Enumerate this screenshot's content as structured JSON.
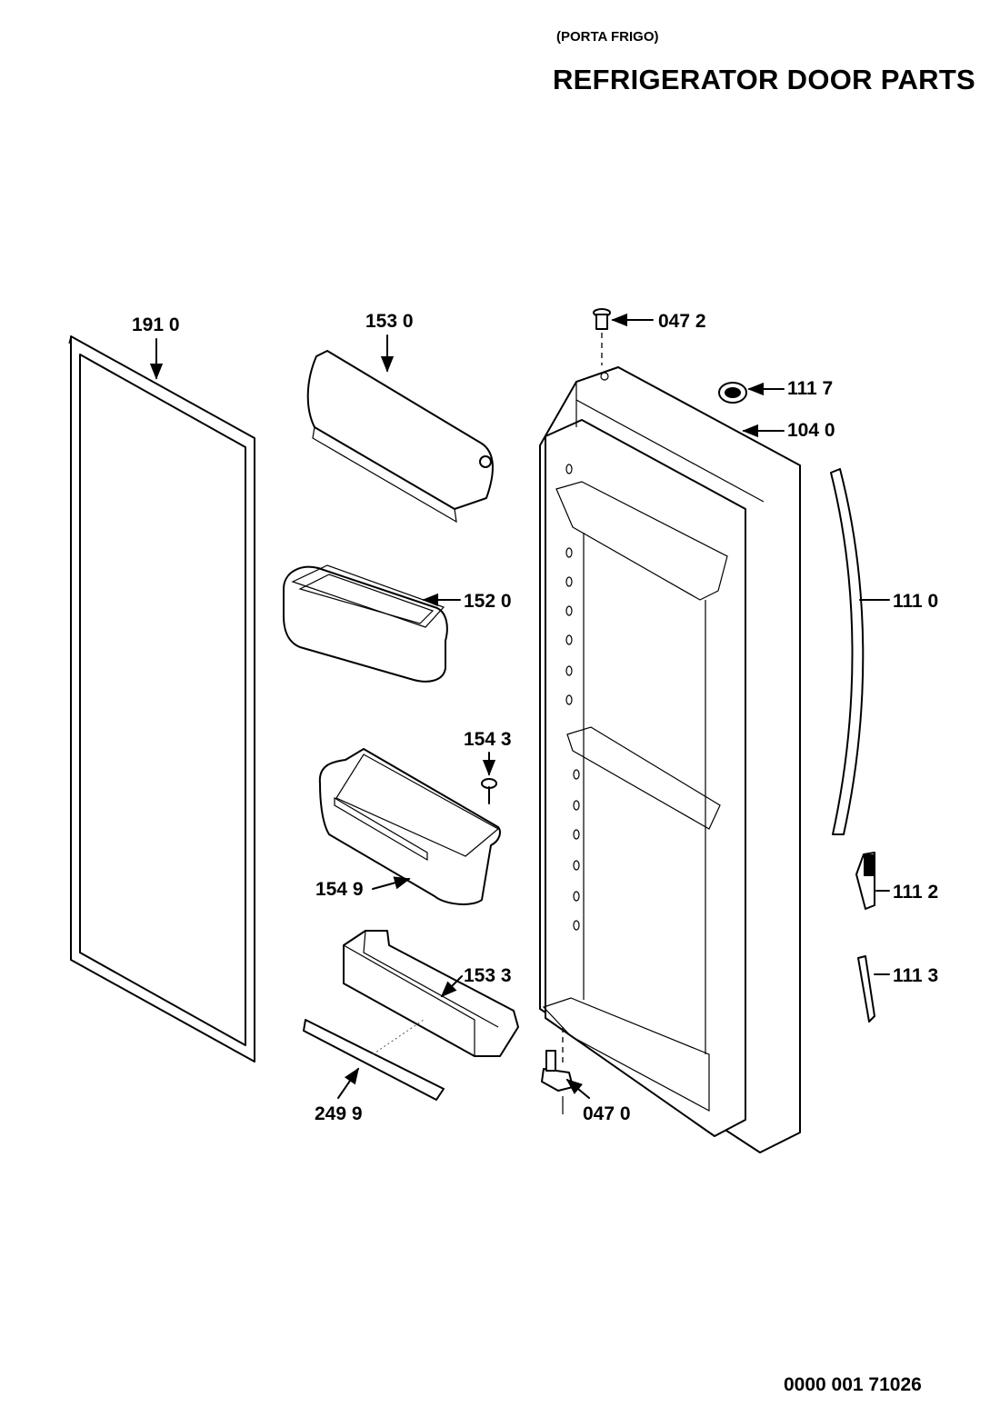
{
  "header": {
    "subtitle": "(PORTA FRIGO)",
    "title": "REFRIGERATOR DOOR PARTS"
  },
  "footer": {
    "document_number": "0000 001 71026"
  },
  "callouts": {
    "gasket": "191 0",
    "dairy_cover": "153 0",
    "top_hinge_pin": "047 2",
    "logo_badge": "111 7",
    "door": "104 0",
    "handle": "111 0",
    "upper_bin": "152 0",
    "screw": "154 3",
    "egg_bin": "154 9",
    "lower_shelf": "153 3",
    "trim_strip": "249 9",
    "bottom_hinge": "047 0",
    "handle_cap_upper": "111 2",
    "handle_cap_lower": "111 3"
  }
}
